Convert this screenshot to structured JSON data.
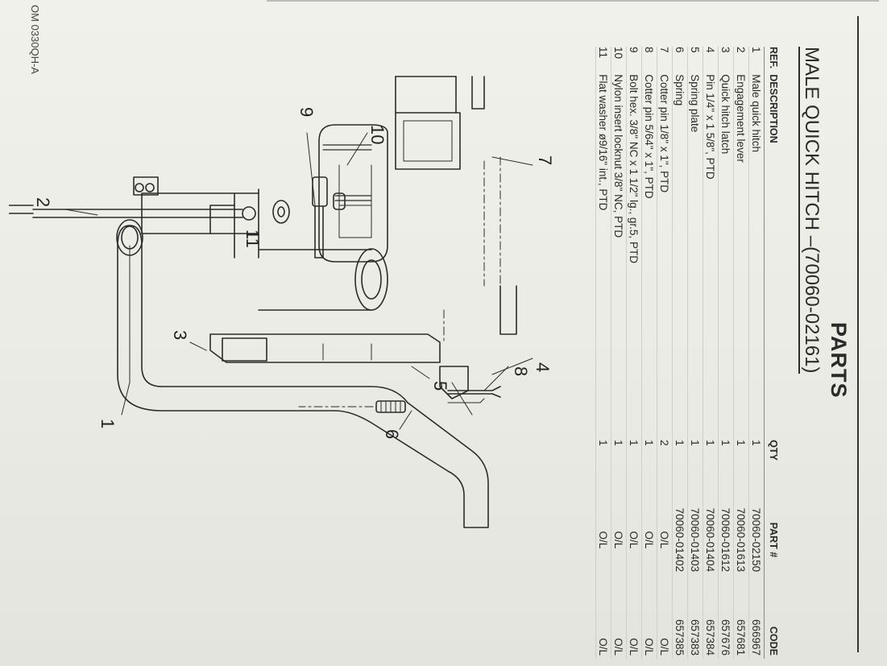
{
  "header": {
    "title": "PARTS",
    "section_title": "Male Quick Hitch –(70060-02161)"
  },
  "table": {
    "columns": {
      "ref": "Ref.",
      "description": "Description",
      "qty": "Qty",
      "part": "Part #",
      "code": "Code"
    },
    "rows": [
      {
        "ref": "1",
        "description": "Male quick hitch",
        "qty": "1",
        "part": "70060-02150",
        "code": "666967"
      },
      {
        "ref": "2",
        "description": "Engagement lever",
        "qty": "1",
        "part": "70060-01613",
        "code": "657681"
      },
      {
        "ref": "3",
        "description": "Quick hitch latch",
        "qty": "1",
        "part": "70060-01612",
        "code": "657676"
      },
      {
        "ref": "4",
        "description": "Pin 1/4\" x 1 5/8\", PTD",
        "qty": "1",
        "part": "70060-01404",
        "code": "657384"
      },
      {
        "ref": "5",
        "description": "Spring plate",
        "qty": "1",
        "part": "70060-01403",
        "code": "657383"
      },
      {
        "ref": "6",
        "description": "Spring",
        "qty": "1",
        "part": "70060-01402",
        "code": "657385"
      },
      {
        "ref": "7",
        "description": "Cotter pin 1/8\" x 1\", PTD",
        "qty": "2",
        "part": "O/L",
        "code": "O/L"
      },
      {
        "ref": "8",
        "description": "Cotter pin 5/64\" x 1\", PTD",
        "qty": "1",
        "part": "O/L",
        "code": "O/L"
      },
      {
        "ref": "9",
        "description": "Bolt hex. 3/8\" NC x 1 1/2\" lg., gr.5, PTD",
        "qty": "1",
        "part": "O/L",
        "code": "O/L"
      },
      {
        "ref": "10",
        "description": "Nylon insert locknut 3/8\" NC, PTD",
        "qty": "1",
        "part": "O/L",
        "code": "O/L"
      },
      {
        "ref": "11",
        "description": "Flat washer ø9/16\" int., PTD",
        "qty": "1",
        "part": "O/L",
        "code": "O/L"
      }
    ]
  },
  "diagram": {
    "callouts": {
      "c1": "1",
      "c2": "2",
      "c3": "3",
      "c4": "4",
      "c5": "5",
      "c6": "6",
      "c7": "7",
      "c8": "8",
      "c9": "9",
      "c10": "10",
      "c11": "11"
    }
  },
  "footer": {
    "doc_code": "OM 0330QH-A"
  }
}
